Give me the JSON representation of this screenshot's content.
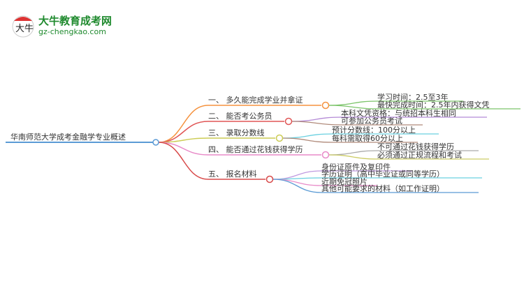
{
  "logo": {
    "brand_name": "大牛教育成考网",
    "url": "gz-chengkao.com",
    "mark_text": "大牛"
  },
  "root": {
    "label": "华南师范大学成考金融学专业概述",
    "color": "#5b9bd5"
  },
  "branches": [
    {
      "label": "一、 多久能完成学业并拿证",
      "color": "#f5923e",
      "children": [
        {
          "label": "学习时间：2.5至3年",
          "color": "#7cc46a"
        },
        {
          "label": "最快完成时间：2.5年内获得文凭",
          "color": "#7cc46a"
        }
      ]
    },
    {
      "label": "二、 能否考公务员",
      "color": "#e05555",
      "children": [
        {
          "label": "本科文凭资格：与统招本科生相同",
          "color": "#b48ad6"
        },
        {
          "label": "可参加公务员考试",
          "color": "#b08a7a"
        }
      ]
    },
    {
      "label": "三、 录取分数线",
      "color": "#cccc55",
      "children": [
        {
          "label": "预计分数线：100分以上",
          "color": "#6ad0e0"
        },
        {
          "label": "每科需取得60分以上",
          "color": "#b08a7a"
        }
      ]
    },
    {
      "label": "四、 能否通过花钱获得学历",
      "color": "#e88ac8",
      "children": [
        {
          "label": "不可通过花钱获得学历",
          "color": "#aaaaaa"
        },
        {
          "label": "必须通过正规流程和考试",
          "color": "#cccc66"
        }
      ]
    },
    {
      "label": "五、 报名材料",
      "color": "#d84a4a",
      "children": [
        {
          "label": "身份证原件及复印件",
          "color": "#c09ae0"
        },
        {
          "label": "学历证明（高中毕业证或同等学历）",
          "color": "#6ad0e0"
        },
        {
          "label": "近期免冠照片",
          "color": "#e88ac8"
        },
        {
          "label": "其他可能要求的材料（如工作证明）",
          "color": "#5b9bd5"
        }
      ]
    }
  ]
}
